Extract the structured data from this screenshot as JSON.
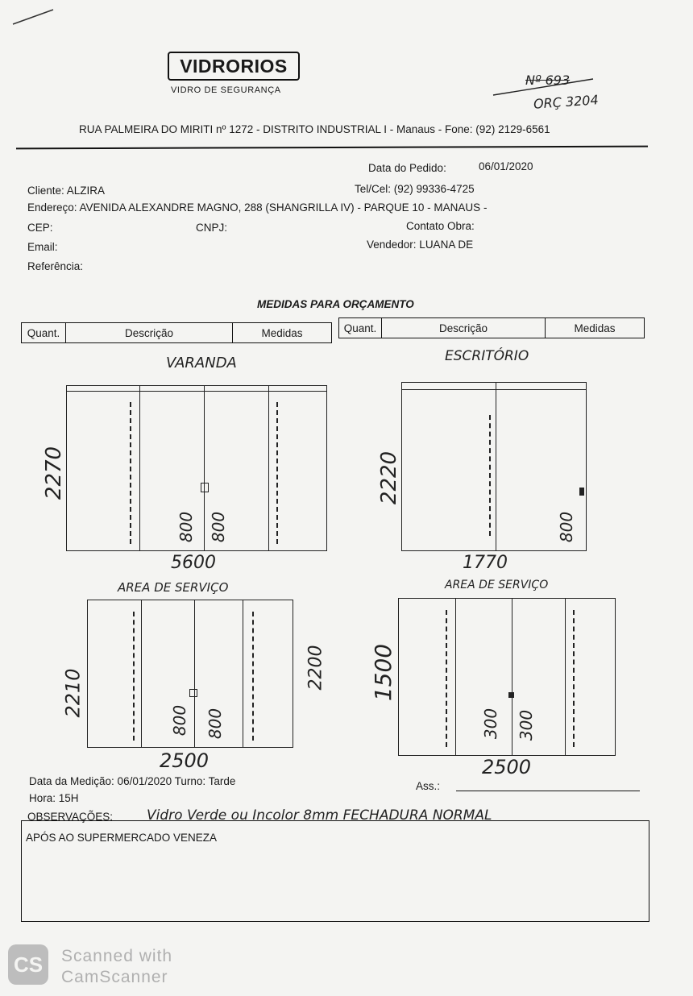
{
  "header": {
    "brand": "VIDRORIOS",
    "tagline": "VIDRO DE SEGURANÇA",
    "number": "Nº 693",
    "orc": "ORÇ 3204",
    "address": "RUA PALMEIRA DO MIRITI nº 1272 - DISTRITO INDUSTRIAL I - Manaus - Fone: (92) 2129-6561"
  },
  "order": {
    "date_label": "Data do Pedido:",
    "date_value": "06/01/2020",
    "client": "Cliente: ALZIRA",
    "phone": "Tel/Cel: (92) 99336-4725",
    "address": "Endereço: AVENIDA ALEXANDRE MAGNO, 288 (SHANGRILLA IV) - PARQUE 10 - MANAUS -",
    "cep": "CEP:",
    "cnpj": "CNPJ:",
    "contact": "Contato Obra:",
    "email": "Email:",
    "seller": "Vendedor: LUANA DE",
    "reference": "Referência:"
  },
  "measures": {
    "title": "MEDIDAS PARA ORÇAMENTO",
    "col_qty": "Quant.",
    "col_desc": "Descrição",
    "col_meas": "Medidas",
    "sketches": [
      {
        "label": "VARANDA",
        "height": "2270",
        "width": "5600",
        "panel1": "800",
        "panel2": "800",
        "right": ""
      },
      {
        "label": "ESCRITÓRIO",
        "height": "2220",
        "width": "1770",
        "panel1": "800",
        "panel2": "",
        "right": ""
      },
      {
        "label": "AREA DE SERVIÇO",
        "height": "2210",
        "width": "2500",
        "panel1": "800",
        "panel2": "800",
        "right": "2200"
      },
      {
        "label": "AREA DE SERVIÇO",
        "height": "1500",
        "width": "2500",
        "panel1": "300",
        "panel2": "300",
        "right": ""
      }
    ]
  },
  "footer": {
    "measure_date": "Data da Medição: 06/01/2020  Turno: Tarde",
    "hour": "Hora: 15H",
    "signature": "Ass.:",
    "obs_label": "OBSERVAÇÕES:",
    "obs_hand": "Vidro Verde ou Incolor 8mm  FECHADURA NORMAL",
    "obs_text": "APÓS AO SUPERMERCADO VENEZA"
  },
  "watermark": {
    "logo": "CS",
    "line1": "Scanned with",
    "line2": "CamScanner"
  }
}
